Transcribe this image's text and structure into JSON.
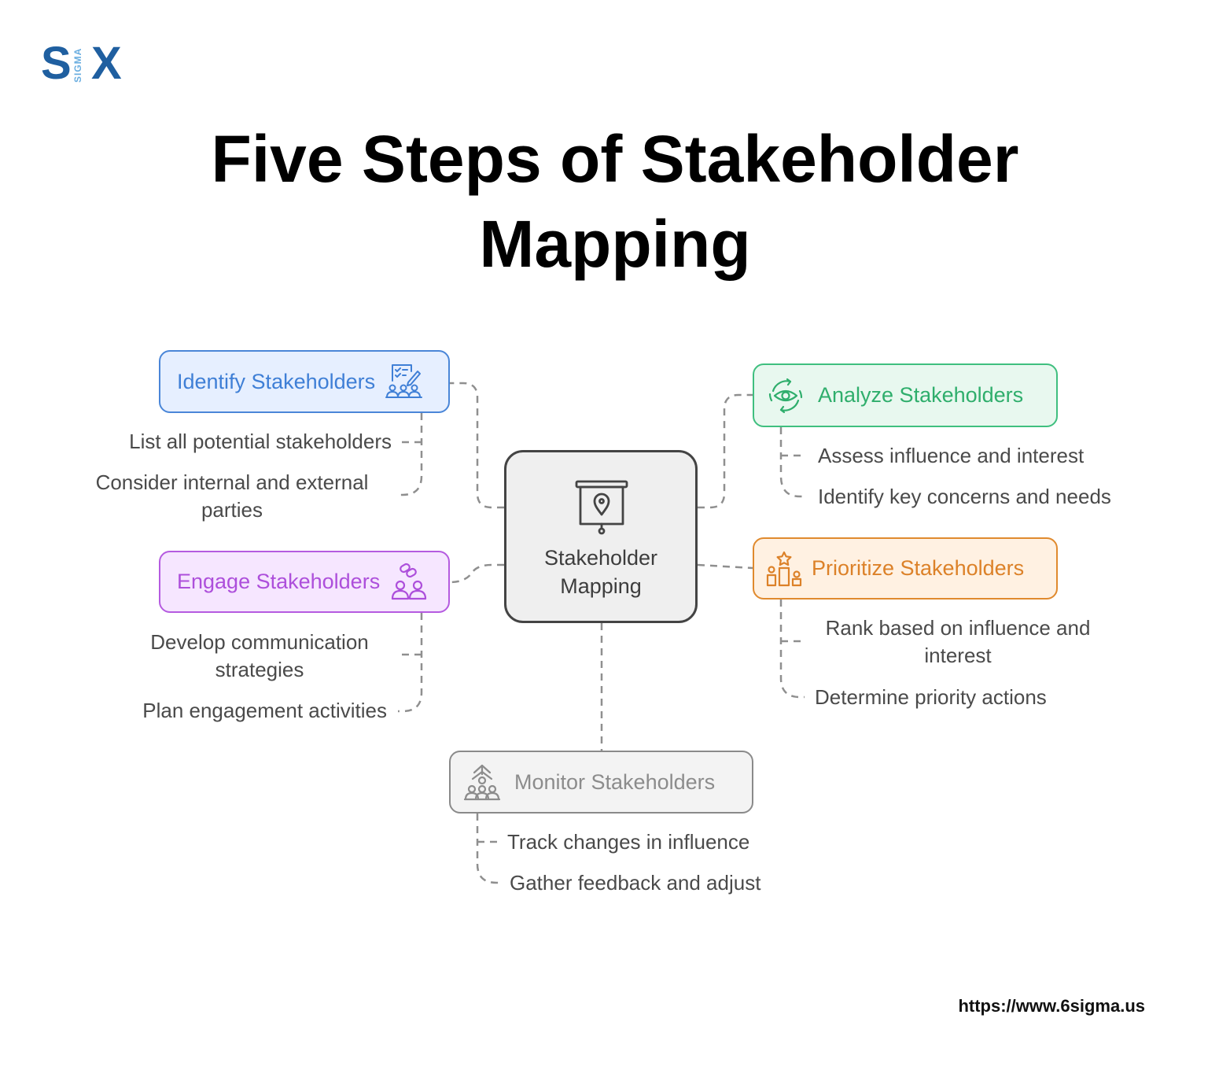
{
  "logo": {
    "letter_s": "S",
    "letter_x": "X",
    "sigma": "SIGMA"
  },
  "title": {
    "line1": "Five Steps of Stakeholder",
    "line2": "Mapping"
  },
  "center": {
    "line1": "Stakeholder",
    "line2": "Mapping",
    "icon": "presentation-pin-icon"
  },
  "steps": {
    "identify": {
      "label": "Identify Stakeholders",
      "color": "#4a86d8",
      "fill": "#e6efff",
      "icon": "group-checklist-icon",
      "items": [
        "List all potential stakeholders",
        "Consider internal and external",
        "parties"
      ]
    },
    "analyze": {
      "label": "Analyze Stakeholders",
      "color": "#3fbf7f",
      "fill": "#e8f8ef",
      "icon": "eye-cycle-icon",
      "items": [
        "Assess influence and interest",
        "Identify key concerns and needs"
      ]
    },
    "engage": {
      "label": "Engage Stakeholders",
      "color": "#b55be0",
      "fill": "#f6e6ff",
      "icon": "linked-people-icon",
      "items": [
        "Develop communication",
        "strategies",
        "Plan engagement activities"
      ]
    },
    "prioritize": {
      "label": "Prioritize Stakeholders",
      "color": "#e08a2e",
      "fill": "#fff1e2",
      "icon": "podium-star-icon",
      "items": [
        "Rank based on influence and",
        "interest",
        "Determine priority actions"
      ]
    },
    "monitor": {
      "label": "Monitor Stakeholders",
      "color": "#8a8a8a",
      "fill": "#f3f3f3",
      "icon": "people-growth-icon",
      "items": [
        "Track changes in influence",
        "Gather feedback and adjust"
      ]
    }
  },
  "footer": {
    "url": "https://www.6sigma.us"
  }
}
